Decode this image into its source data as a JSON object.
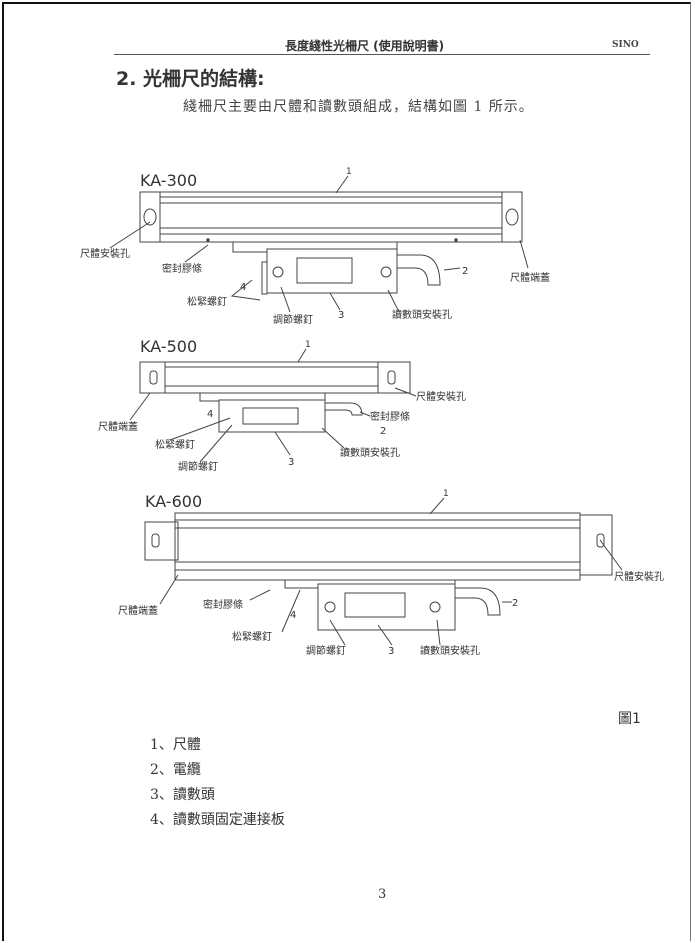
{
  "header": {
    "title": "長度綫性光柵尺 (使用說明書)",
    "brand": "SINO"
  },
  "section": {
    "heading": "2. 光柵尺的結構:",
    "intro": "綫柵尺主要由尺體和讀數頭組成，結構如圖 1 所示。"
  },
  "diagrams": [
    {
      "model": "KA-300",
      "labels": {
        "n1": "1",
        "n2": "2",
        "n3": "3",
        "n4": "4",
        "mount_hole": "尺體安裝孔",
        "seal": "密封膠條",
        "end_cap": "尺體端蓋",
        "loose_screw": "松緊螺釘",
        "adjust_screw": "調節螺釘",
        "head_hole": "讀數頭安裝孔"
      }
    },
    {
      "model": "KA-500",
      "labels": {
        "n1": "1",
        "n2": "2",
        "n3": "3",
        "n4": "4",
        "mount_hole": "尺體安裝孔",
        "seal": "密封膠條",
        "end_cap": "尺體端蓋",
        "loose_screw": "松緊螺釘",
        "adjust_screw": "調節螺釘",
        "head_hole": "讀數頭安裝孔"
      }
    },
    {
      "model": "KA-600",
      "labels": {
        "n1": "1",
        "n2": "2",
        "n3": "3",
        "n4": "4",
        "mount_hole": "尺體安裝孔",
        "seal": "密封膠條",
        "end_cap": "尺體端蓋",
        "loose_screw": "松緊螺釘",
        "adjust_screw": "調節螺釘",
        "head_hole": "讀數頭安裝孔"
      }
    }
  ],
  "figure_caption": "圖1",
  "parts_list": [
    "1、尺體",
    "2、電纜",
    "3、讀數頭",
    "4、讀數頭固定連接板"
  ],
  "page_number": "3"
}
